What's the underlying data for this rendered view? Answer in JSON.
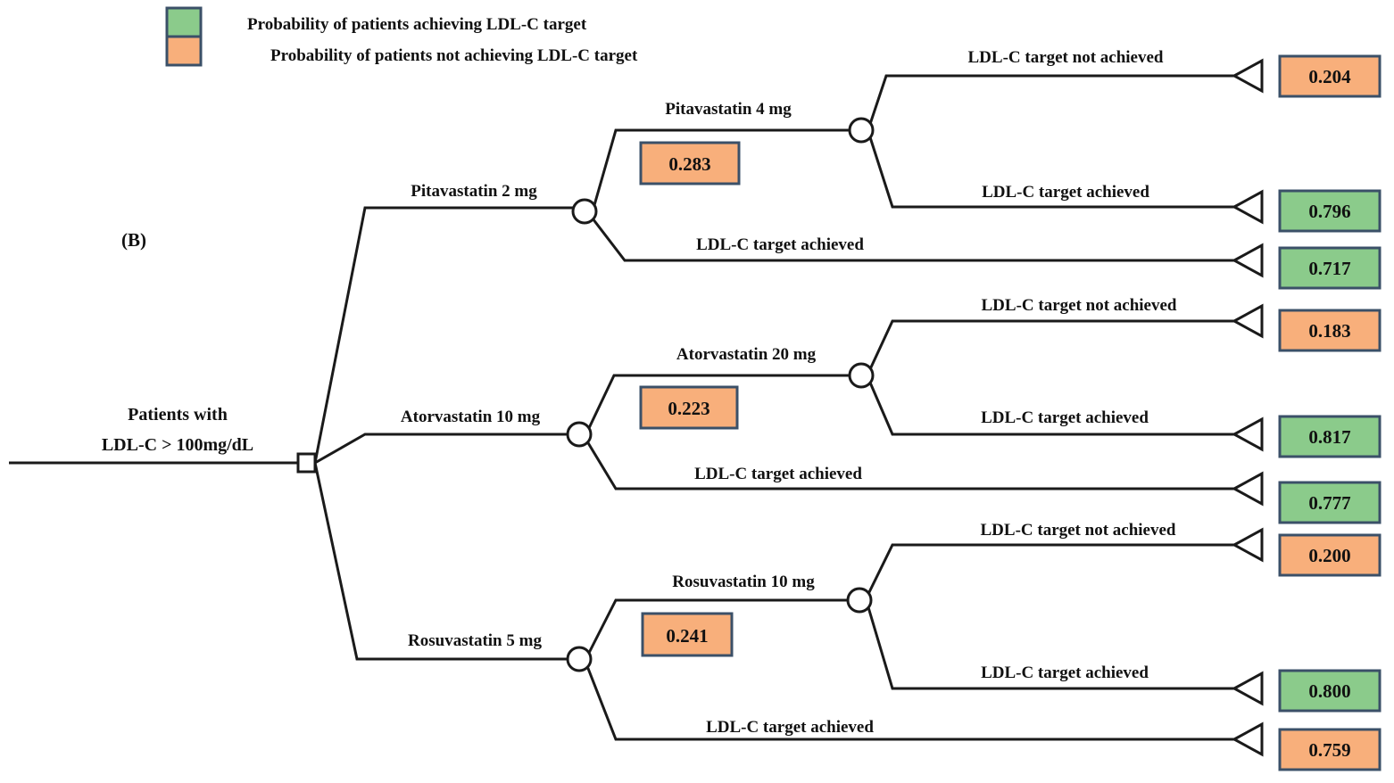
{
  "panel": {
    "label": "(B)"
  },
  "legend": {
    "achieved_color": "#8BCB8B",
    "not_achieved_color": "#F8AF7B",
    "border_color": "#3b5068",
    "items": [
      {
        "label": "Probability of patients achieving LDL-C target",
        "color": "#8BCB8B"
      },
      {
        "label": "Probability of patients not achieving LDL-C target",
        "color": "#F8AF7B"
      }
    ]
  },
  "root": {
    "line1": "Patients with",
    "line2": "LDL-C > 100mg/dL",
    "node_type": "decision-square"
  },
  "chart_data": {
    "type": "diagram",
    "title": "Decision tree of statin treatment strategies for LDL-C target attainment",
    "root": "Patients with LDL-C > 100mg/dL",
    "branches": [
      {
        "first_line_label": "Pitavastatin 2 mg",
        "second_line_label": "Pitavastatin 4 mg",
        "intermediate_value": "0.283",
        "intermediate_value_color": "#F8AF7B",
        "upper_sub_label": "LDL-C target not achieved",
        "upper_sub_value": "0.204",
        "upper_sub_color": "#F8AF7B",
        "lower_sub_label": "LDL-C target achieved",
        "lower_sub_value": "0.796",
        "lower_sub_color": "#8BCB8B",
        "direct_label": "LDL-C target achieved",
        "direct_value": "0.717",
        "direct_color": "#8BCB8B"
      },
      {
        "first_line_label": "Atorvastatin 10 mg",
        "second_line_label": "Atorvastatin 20 mg",
        "intermediate_value": "0.223",
        "intermediate_value_color": "#F8AF7B",
        "upper_sub_label": "LDL-C target not achieved",
        "upper_sub_value": "0.183",
        "upper_sub_color": "#F8AF7B",
        "lower_sub_label": "LDL-C target achieved",
        "lower_sub_value": "0.817",
        "lower_sub_color": "#8BCB8B",
        "direct_label": "LDL-C target achieved",
        "direct_value": "0.777",
        "direct_color": "#8BCB8B"
      },
      {
        "first_line_label": "Rosuvastatin 5 mg",
        "second_line_label": "Rosuvastatin 10 mg",
        "intermediate_value": "0.241",
        "intermediate_value_color": "#F8AF7B",
        "upper_sub_label": "LDL-C target not achieved",
        "upper_sub_value": "0.200",
        "upper_sub_color": "#F8AF7B",
        "lower_sub_label": "LDL-C target achieved",
        "lower_sub_value": "0.800",
        "lower_sub_color": "#8BCB8B",
        "direct_label": "LDL-C target achieved",
        "direct_value": "0.759",
        "direct_color": "#F8AF7B"
      }
    ]
  }
}
